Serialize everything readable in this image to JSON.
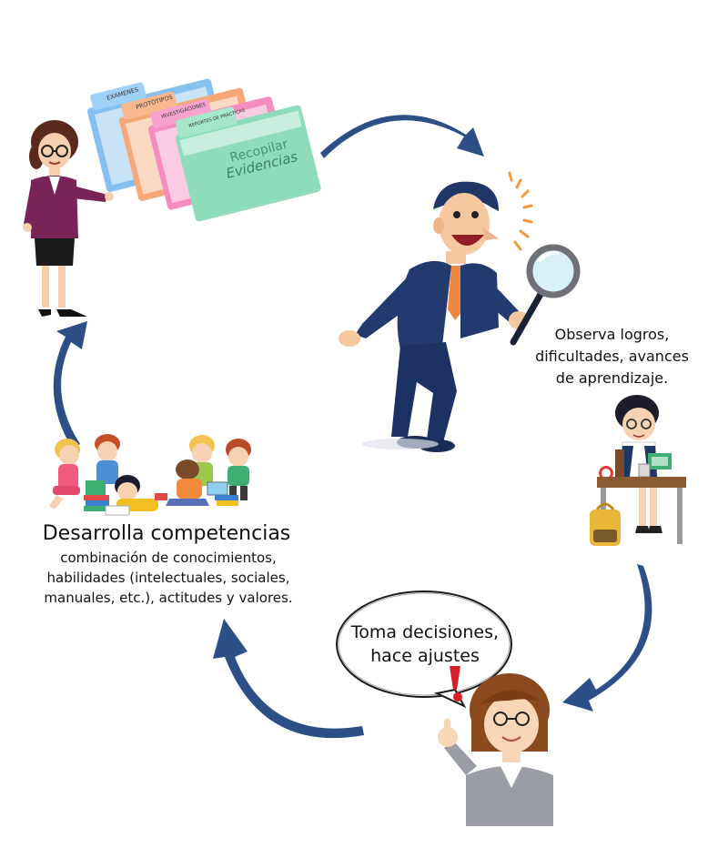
{
  "folders": {
    "tabs": [
      "EXAMENES",
      "PROTOTIPOS",
      "INVESTIGACIONES",
      "REPORTES DE PRÁCTICAS"
    ],
    "main_line1": "Recopilar",
    "main_line2": "Evidencias"
  },
  "observe": {
    "lines": [
      "Observa logros,",
      "dificultades, avances",
      "de aprendizaje."
    ]
  },
  "decisions": {
    "lines": [
      "Toma decisiones,",
      "hace ajustes"
    ]
  },
  "competencies": {
    "title": "Desarrolla competencias",
    "lines": [
      "combinación de conocimientos,",
      "habilidades (intelectuales, sociales,",
      "manuales, etc.), actitudes y valores."
    ]
  },
  "colors": {
    "arrow": "#2c4f86",
    "suit": "#223a6e",
    "teacher_top": "#7a2357",
    "folder_green": "#8fdcbc",
    "folder_pink": "#f58cc0",
    "folder_orange": "#f7a878",
    "folder_blue": "#86bff0"
  }
}
